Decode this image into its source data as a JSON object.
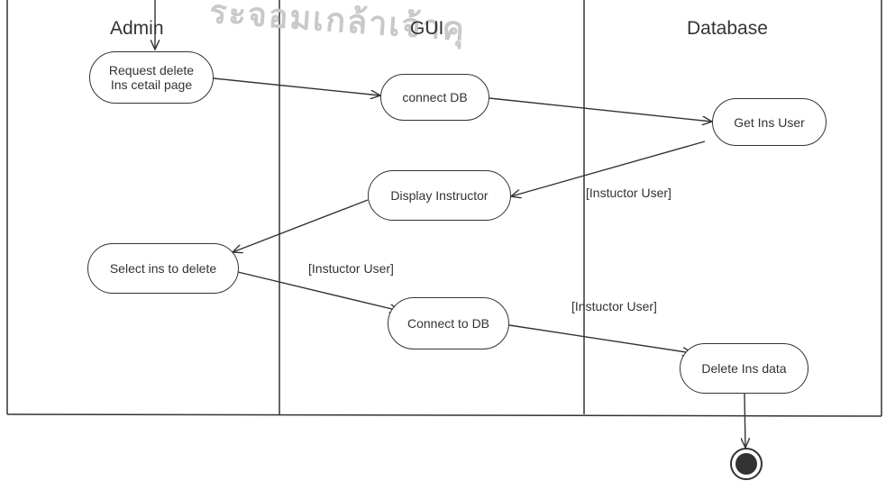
{
  "watermark": "ระจอมเกล้าเจ้าคุ",
  "lanes": {
    "admin": "Admin",
    "gui": "GUI",
    "database": "Database"
  },
  "nodes": {
    "request_delete_line1": "Request delete",
    "request_delete_line2": "Ins cetail page",
    "connect_db_top": "connect DB",
    "get_ins_user": "Get Ins User",
    "display_instructor": "Display Instructor",
    "select_ins": "Select ins to delete",
    "connect_to_db": "Connect to DB",
    "delete_ins_data": "Delete Ins data"
  },
  "guards": {
    "g1": "[Instuctor User]",
    "g2": "[Instuctor User]",
    "g3": "[Instuctor User]"
  },
  "colors": {
    "line": "#333333",
    "final_node": "#333333",
    "watermark": "#c9c9c9"
  }
}
